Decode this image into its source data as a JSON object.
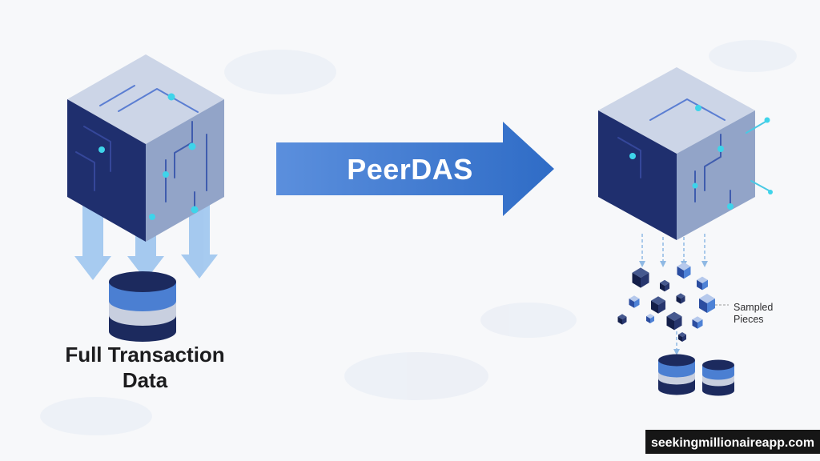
{
  "diagram": {
    "arrow_label": "PeerDAS",
    "left_caption": {
      "line1": "Full Transaction",
      "line2": "Data"
    },
    "sampled_label": {
      "line1": "Sampled",
      "line2": "Pieces"
    },
    "watermark": "seekingmillionaireapp.com"
  },
  "colors": {
    "background": "#f7f8fa",
    "cube_top": "#ccd5e7",
    "cube_left": "#1f2f6e",
    "cube_right": "#92a4c8",
    "circuit_line_light": "#5b7ed2",
    "circuit_line_dark": "#35479a",
    "circuit_dot": "#3ed4ea",
    "flow_arrow_start": "#5b8fdd",
    "flow_arrow_end": "#2f6cc6",
    "down_arrow": "#9dc5ee",
    "dashed_arrow": "#8fb9e4",
    "db_dark": "#1c2a5e",
    "db_blue": "#4b7fd2",
    "db_light": "#c8cfdf",
    "caption_text": "#1c1c1e",
    "watermark_bg": "#161616",
    "watermark_text": "#ffffff"
  }
}
